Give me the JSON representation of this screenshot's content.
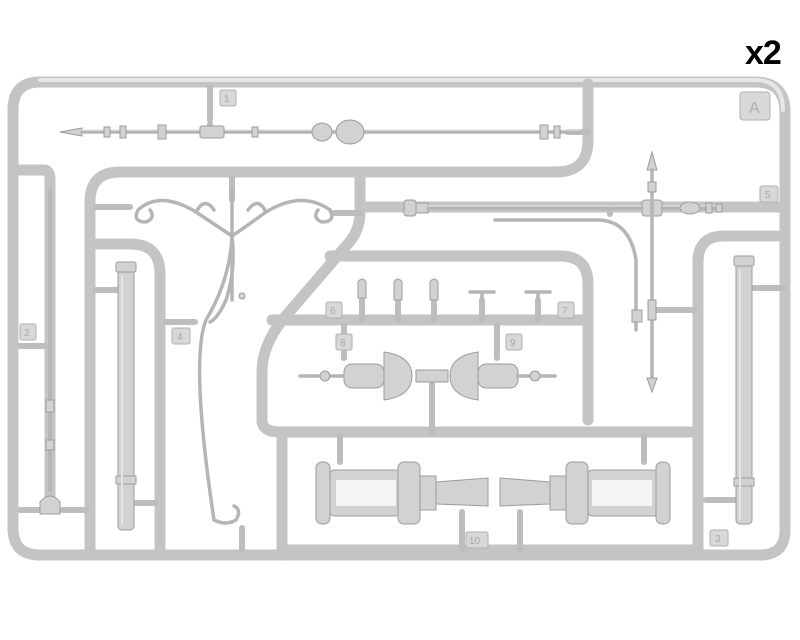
{
  "sheet": {
    "quantity_label": "x2",
    "sprue_letter": "A",
    "part_numbers": [
      "1",
      "2",
      "3",
      "4",
      "5",
      "6",
      "7",
      "8",
      "9",
      "10"
    ]
  },
  "colors": {
    "plastic": "#c4c4c4",
    "plastic_highlight": "#e6e6e6",
    "plastic_shadow": "#9c9c9c",
    "label": "#000000",
    "background": "#ffffff"
  }
}
